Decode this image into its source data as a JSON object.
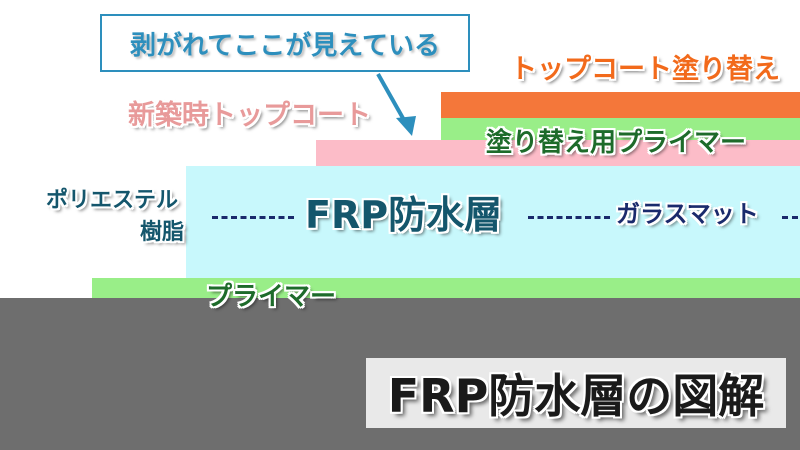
{
  "diagram": {
    "callout_text": "剥がれてここが見えている",
    "labels": {
      "topcoat_recoat": "トップコート塗り替え",
      "new_topcoat": "新築時トップコート",
      "recoat_primer": "塗り替え用プライマー",
      "polyester_line1": "ポリエステル",
      "polyester_line2": "樹脂",
      "frp_layer": "FRP防水層",
      "glass_mat": "ガラスマット",
      "primer": "プライマー"
    },
    "title": "FRP防水層の図解",
    "colors": {
      "substrate": "#6e6e6e",
      "primer": "#99ee88",
      "frp_layer": "#c8f8fc",
      "new_topcoat": "#fcbcc8",
      "recoat_primer": "#99ee88",
      "topcoat_recoat": "#f4773a",
      "callout_border": "#2d8fbd",
      "arrow": "#2d8fbd"
    }
  }
}
